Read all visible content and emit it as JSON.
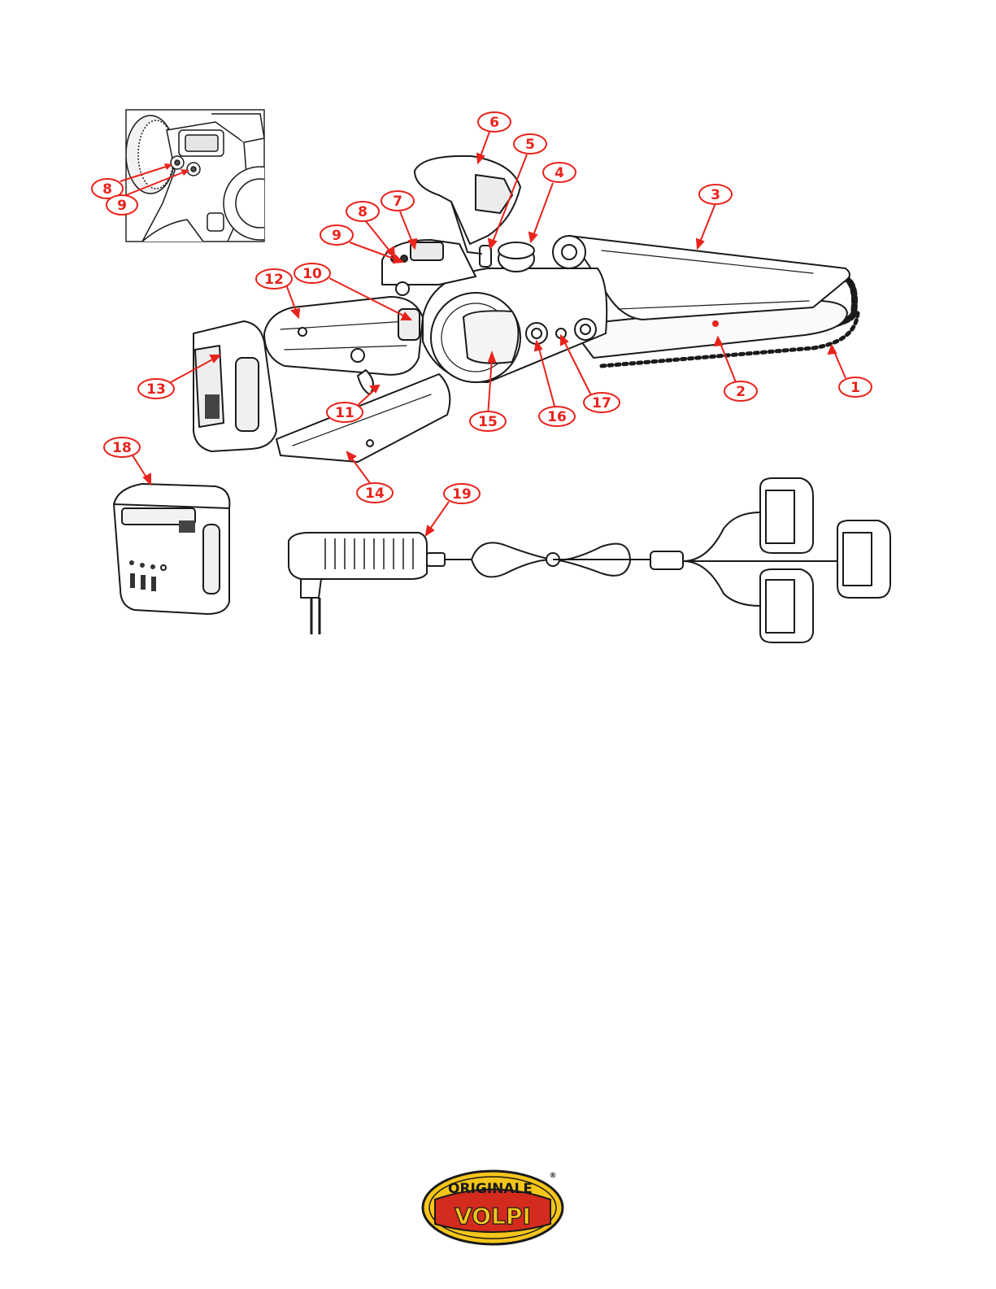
{
  "diagram": {
    "callouts": [
      {
        "label": "1",
        "part": "saw-chain"
      },
      {
        "label": "2",
        "part": "guide-bar"
      },
      {
        "label": "3",
        "part": "bar-cover"
      },
      {
        "label": "4",
        "part": "oil-tank-cap"
      },
      {
        "label": "5",
        "part": "tension-screw"
      },
      {
        "label": "6",
        "part": "front-handle"
      },
      {
        "label": "7",
        "part": "display"
      },
      {
        "label": "8",
        "part": "power-button"
      },
      {
        "label": "9",
        "part": "mode-button"
      },
      {
        "label": "10",
        "part": "safety-switch"
      },
      {
        "label": "11",
        "part": "trigger"
      },
      {
        "label": "12",
        "part": "rear-handle"
      },
      {
        "label": "13",
        "part": "battery-release"
      },
      {
        "label": "14",
        "part": "frame-guard"
      },
      {
        "label": "15",
        "part": "sprocket-cover"
      },
      {
        "label": "16",
        "part": "bar-nut"
      },
      {
        "label": "17",
        "part": "adjust-screw"
      },
      {
        "label": "18",
        "part": "battery"
      },
      {
        "label": "19",
        "part": "charger"
      }
    ],
    "inset_callouts": [
      {
        "label": "8"
      },
      {
        "label": "9"
      }
    ]
  },
  "colors": {
    "callout_red": "#e8231c",
    "line_dark": "#1a1a1a",
    "logo_yellow": "#f6c51a",
    "logo_red": "#d32b1e"
  },
  "logo": {
    "top_text": "ORIGINALE",
    "main_text": "VOLPI",
    "mark": "®"
  }
}
